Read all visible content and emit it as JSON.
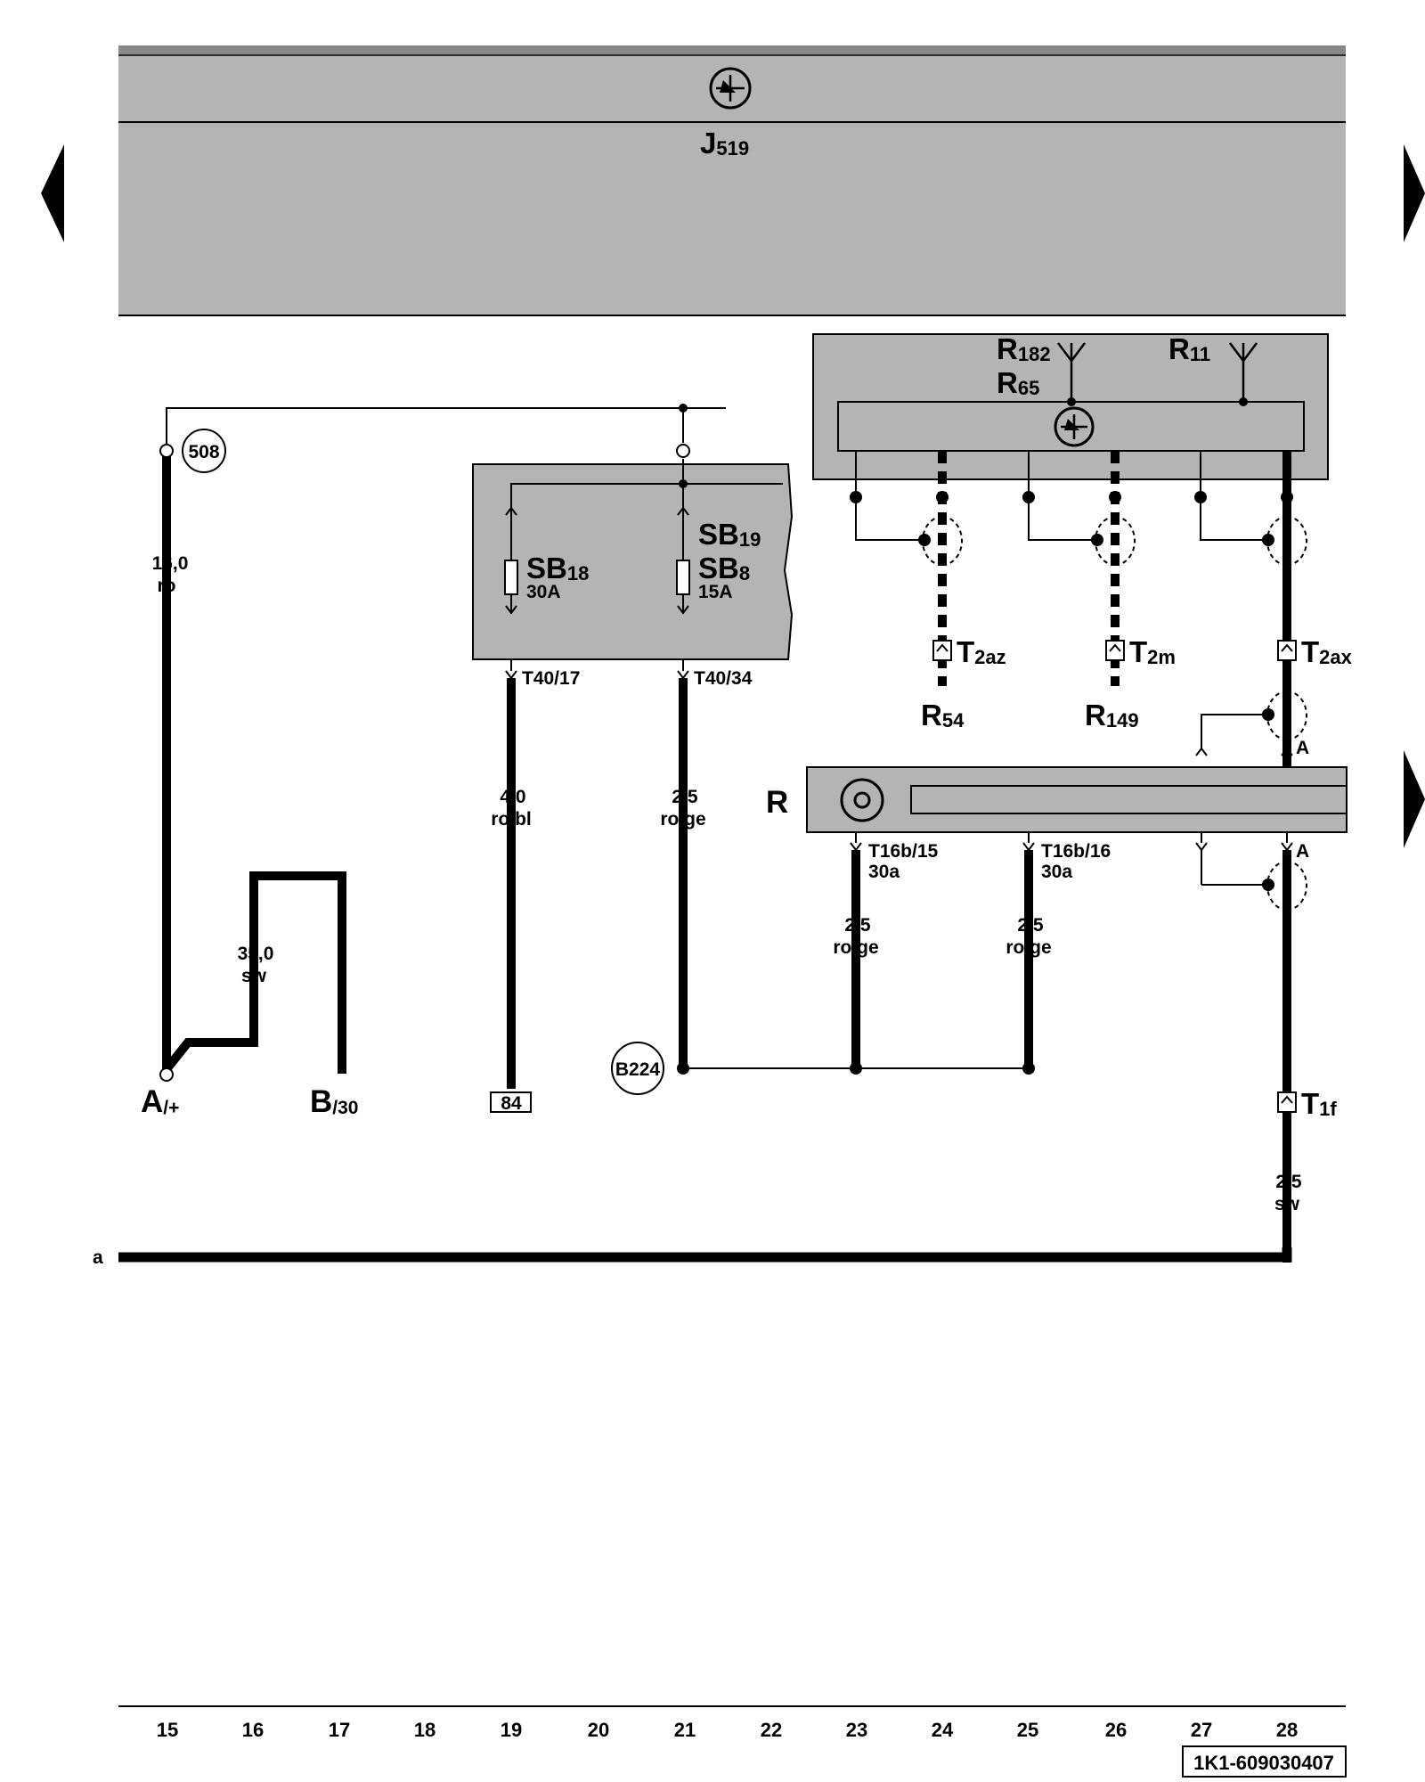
{
  "colors": {
    "module_fill": "#b4b4b4",
    "wire": "#000000",
    "background": "#ffffff"
  },
  "nav": {
    "prev_icon": "triangle-left-icon",
    "next_icon": "triangle-right-icon"
  },
  "j519": {
    "letter": "J",
    "sub": "519",
    "icon": "control-unit-icon"
  },
  "radio_unit": {
    "r182_letter": "R",
    "r182_sub": "182",
    "r65_letter": "R",
    "r65_sub": "65",
    "r11_letter": "R",
    "r11_sub": "11",
    "antenna_icon": "antenna-icon"
  },
  "fusebox": {
    "sb18_letter": "SB",
    "sb18_sub": "18",
    "sb18_rating": "30A",
    "sb19_letter": "SB",
    "sb19_sub": "19",
    "sb8_letter": "SB",
    "sb8_sub": "8",
    "sb8_rating": "15A",
    "pin_t40_17": "T40/17",
    "pin_t40_34": "T40/34"
  },
  "connectors": {
    "t2az_letter": "T",
    "t2az_sub": "2az",
    "t2m_letter": "T",
    "t2m_sub": "2m",
    "t2ax_letter": "T",
    "t2ax_sub": "2ax",
    "t1f_letter": "T",
    "t1f_sub": "1f"
  },
  "components": {
    "r54_letter": "R",
    "r54_sub": "54",
    "r149_letter": "R",
    "r149_sub": "149",
    "r_main": "R",
    "pin_a_top": "A",
    "pin_a_bottom": "A",
    "pin_t16b_15": "T16b/15",
    "pin_t16b_15_terminal": "30a",
    "pin_t16b_16": "T16b/16",
    "pin_t16b_16_terminal": "30a"
  },
  "wires": {
    "w_16_0_size": "16,0",
    "w_16_0_color": "ro",
    "w_35_0_size": "35,0",
    "w_35_0_color": "sw",
    "w_4_0_size": "4,0",
    "w_4_0_color": "ro/bl",
    "w_2_5a_size": "2,5",
    "w_2_5a_color": "ro/ge",
    "w_2_5b_size": "2,5",
    "w_2_5b_color": "ro/ge",
    "w_2_5c_size": "2,5",
    "w_2_5c_color": "ro/ge",
    "w_2_5sw_size": "2,5",
    "w_2_5sw_color": "sw"
  },
  "terminals": {
    "a_letter": "A",
    "a_sub": "/+",
    "b_letter": "B",
    "b_sub": "/30",
    "ref_84": "84",
    "node_508": "508",
    "node_b224": "B224"
  },
  "continuation_a": "a",
  "footer": {
    "columns": [
      "15",
      "16",
      "17",
      "18",
      "19",
      "20",
      "21",
      "22",
      "23",
      "24",
      "25",
      "26",
      "27",
      "28"
    ],
    "doc_id": "1K1-609030407"
  }
}
